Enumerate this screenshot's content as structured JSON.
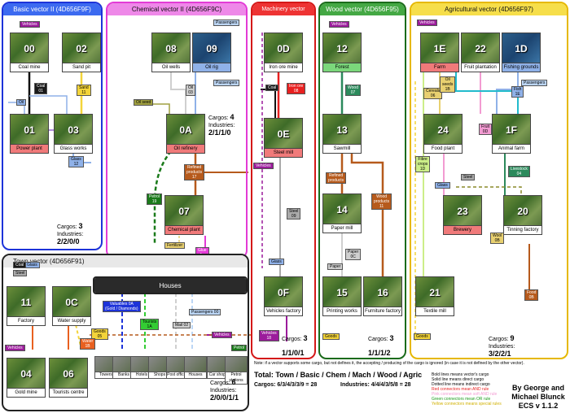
{
  "panels": {
    "basic": {
      "title": "Basic vector II (4D656F9F)",
      "color": "#1d33d9",
      "head_bg": "#3c6af0"
    },
    "chemical": {
      "title": "Chemical vector II (4D656F9C)",
      "color": "#e33bd6",
      "head_bg": "#ee88e8"
    },
    "machinery": {
      "title": "Machinery vector (4D656F94)",
      "color": "#d41818",
      "head_bg": "#ee3333"
    },
    "wood": {
      "title": "Wood vector (4D656F95)",
      "color": "#1b6b1b",
      "head_bg": "#44a844"
    },
    "agricultural": {
      "title": "Agricultural vector (4D656F97)",
      "color": "#e6b800",
      "head_bg": "#f6de4a"
    },
    "town": {
      "title": "Town vector (4D656F91)",
      "color": "#222222",
      "head_bg": "#e8e8e8"
    },
    "houses": {
      "title": "Houses",
      "color": "#222222",
      "head_bg": "#2a2a2a"
    }
  },
  "industries": {
    "coal_mine": {
      "id": "00",
      "name": "Coal mine",
      "color": "#ffffff"
    },
    "sand_pit": {
      "id": "02",
      "name": "Sand pit",
      "color": "#ffffff"
    },
    "power_plant": {
      "id": "01",
      "name": "Power plant",
      "color": "#f07a7a"
    },
    "glass_works": {
      "id": "03",
      "name": "Glass works",
      "color": "#ffffff"
    },
    "oil_wells": {
      "id": "08",
      "name": "Oil wells",
      "color": "#ffffff"
    },
    "oil_rig": {
      "id": "09",
      "name": "Oil rig",
      "color": "#8fb1e8"
    },
    "oil_refinery": {
      "id": "0A",
      "name": "Oil refinery",
      "color": "#f07a7a"
    },
    "chemical_plant": {
      "id": "07",
      "name": "Chemical plant",
      "color": "#f07a7a"
    },
    "iron_ore_mine": {
      "id": "0D",
      "name": "Iron ore mine",
      "color": "#ffffff"
    },
    "steel_mill": {
      "id": "0E",
      "name": "Steel mill",
      "color": "#f07a7a"
    },
    "vehicles_factory": {
      "id": "0F",
      "name": "Vehicles factory",
      "color": "#ffffff"
    },
    "forest": {
      "id": "12",
      "name": "Forest",
      "color": "#7bd77b"
    },
    "sawmill": {
      "id": "13",
      "name": "Sawmill",
      "color": "#ffffff"
    },
    "paper_mill": {
      "id": "14",
      "name": "Paper mill",
      "color": "#ffffff"
    },
    "printing_works": {
      "id": "15",
      "name": "Printing works",
      "color": "#ffffff"
    },
    "furniture_factory": {
      "id": "16",
      "name": "Furniture factory",
      "color": "#ffffff"
    },
    "farm": {
      "id": "1E",
      "name": "Farm",
      "color": "#f07a7a"
    },
    "fruit_plantation": {
      "id": "22",
      "name": "Fruit plantation",
      "color": "#ffffff"
    },
    "fishing_grounds": {
      "id": "1D",
      "name": "Fishing grounds",
      "color": "#8fb1e8"
    },
    "food_plant": {
      "id": "24",
      "name": "Food plant",
      "color": "#ffffff"
    },
    "animal_farm": {
      "id": "1F",
      "name": "Animal farm",
      "color": "#ffffff"
    },
    "brewery": {
      "id": "23",
      "name": "Brewery",
      "color": "#f07a7a"
    },
    "tinning_factory": {
      "id": "20",
      "name": "Tinning factory",
      "color": "#ffffff"
    },
    "textile_mill": {
      "id": "21",
      "name": "Textile mill",
      "color": "#ffffff"
    },
    "factory": {
      "id": "11",
      "name": "Factory",
      "color": "#ffffff"
    },
    "water_supply": {
      "id": "0C",
      "name": "Water supply",
      "color": "#ffffff"
    },
    "gold_mine": {
      "id": "04",
      "name": "Gold mine",
      "color": "#ffffff"
    },
    "tourists_centre": {
      "id": "06",
      "name": "Tourists centre",
      "color": "#ffffff"
    }
  },
  "houses": [
    "Towers",
    "Banks",
    "Hotels",
    "Shops",
    "Post offices",
    "Houses",
    "Car shops",
    "Petrol stations"
  ],
  "cargos": {
    "vehicles_a": {
      "label": "Vehicles",
      "bg": "#9b1b9b"
    },
    "coal": {
      "label": "Coal\n01",
      "bg": "#1a1a1a"
    },
    "sand": {
      "label": "Sand\n11",
      "bg": "#f3d43a"
    },
    "oil_basic": {
      "label": "Oil",
      "bg": "#8fb1e8"
    },
    "glass": {
      "label": "Glass\n12",
      "bg": "#8fb1e8"
    },
    "passengers_a": {
      "label": "Passengers",
      "bg": "#bcd6f5"
    },
    "passengers_b": {
      "label": "Passengers",
      "bg": "#bcd6f5"
    },
    "oil_03": {
      "label": "Oil\n03",
      "bg": "#cfcfcf"
    },
    "oil_seed": {
      "label": "Oil seed",
      "bg": "#a0a040"
    },
    "refined_products": {
      "label": "Refined\nproducts\n17",
      "bg": "#b65a1c"
    },
    "petrol": {
      "label": "Petrol\n19",
      "bg": "#1a7a1a"
    },
    "fertilizer": {
      "label": "Fertilizer",
      "bg": "#e8d070"
    },
    "glue": {
      "label": "Glue\n1a",
      "bg": "#e33bd6"
    },
    "iron_ore": {
      "label": "Iron ore\n08",
      "bg": "#e82020"
    },
    "coal_m": {
      "label": "Coal",
      "bg": "#1a1a1a"
    },
    "steel": {
      "label": "Steel\n09",
      "bg": "#aaaaaa"
    },
    "vehicles_b": {
      "label": "Vehicles",
      "bg": "#9b1b9b"
    },
    "vehicles_c": {
      "label": "Vehicles\n18",
      "bg": "#9b1b9b"
    },
    "wood": {
      "label": "Wood\n07",
      "bg": "#2c8a5c"
    },
    "refined_wood": {
      "label": "Refined\nproducts",
      "bg": "#b65a1c"
    },
    "wood_products": {
      "label": "Wood\nproducts\n11",
      "bg": "#b65a1c"
    },
    "paper": {
      "label": "Paper\n0C",
      "bg": "#cfcfcf"
    },
    "cereals": {
      "label": "Cereals\n06",
      "bg": "#e8d070"
    },
    "oil_seeds": {
      "label": "Oil\nseeds\n1B",
      "bg": "#e8d070"
    },
    "fish": {
      "label": "Fish\n1E",
      "bg": "#8fb1e8"
    },
    "fruit": {
      "label": "Fruit\n0D",
      "bg": "#f29bd2"
    },
    "fibre_crops": {
      "label": "Fibre\ncrops\n1D",
      "bg": "#ccee88"
    },
    "livestock": {
      "label": "Livestock\n04",
      "bg": "#2c8a5c"
    },
    "wool": {
      "label": "Wool\n0B",
      "bg": "#e8d070"
    },
    "food": {
      "label": "Food\n0B",
      "bg": "#b65a1c"
    },
    "goods_town": {
      "label": "Goods\n05",
      "bg": "#f3d43a"
    },
    "goods_m": {
      "label": "Goods",
      "bg": "#f3d43a"
    },
    "goods_w": {
      "label": "Goods",
      "bg": "#f3d43a"
    },
    "goods_a": {
      "label": "Goods",
      "bg": "#f3d43a"
    },
    "water": {
      "label": "Water\n1B",
      "bg": "#e86020"
    },
    "valuables": {
      "label": "Valuables 0A\n(Gold / Diamonds)",
      "bg": "#1d33d9"
    },
    "tourists": {
      "label": "Tourists\n1A",
      "bg": "#33cc33"
    },
    "mail": {
      "label": "Mail 02",
      "bg": "#cfcfcf"
    },
    "passengers_town": {
      "label": "Passengers 00",
      "bg": "#bcd6f5"
    },
    "vehicles_town": {
      "label": "Vehicles",
      "bg": "#9b1b9b"
    },
    "petrol_town": {
      "label": "Petrol",
      "bg": "#1a7a1a"
    },
    "vehicles_gold": {
      "label": "Vehicles",
      "bg": "#9b1b9b"
    },
    "steel_town": {
      "label": "Steel",
      "bg": "#aaaaaa"
    },
    "glass_town": {
      "label": "Glass",
      "bg": "#8fb1e8"
    },
    "coal_town": {
      "label": "Coal",
      "bg": "#1a1a1a"
    },
    "glass_m": {
      "label": "Glass",
      "bg": "#8fb1e8"
    },
    "paper_w": {
      "label": "Paper",
      "bg": "#cfcfcf"
    },
    "steel_a": {
      "label": "Steel",
      "bg": "#aaaaaa"
    },
    "glass_a": {
      "label": "Glass",
      "bg": "#8fb1e8"
    },
    "passengers_c": {
      "label": "Passengers",
      "bg": "#bcd6f5"
    }
  },
  "stats": {
    "basic": {
      "cargos_label": "Cargos:",
      "cargos": "3",
      "industries_label": "Industries:",
      "industries": "2/2/0/0"
    },
    "chemical": {
      "cargos_label": "Cargos:",
      "cargos": "4",
      "industries_label": "Industries:",
      "industries": "2/1/1/0"
    },
    "machinery": {
      "cargos_label": "Cargos:",
      "cargos": "3",
      "industries_label": "Industries:",
      "industries": "1/1/0/1"
    },
    "wood": {
      "cargos_label": "Cargos:",
      "cargos": "3",
      "industries_label": "Industries:",
      "industries": "1/1/1/2"
    },
    "agricultural": {
      "cargos_label": "Cargos:",
      "cargos": "9",
      "industries_label": "Industries:",
      "industries": "3/2/2/1"
    },
    "town": {
      "cargos_label": "Cargos:",
      "cargos": "6",
      "industries_label": "Industries:",
      "industries": "2/0/0/1/1"
    }
  },
  "note": "Note: if a vector supports some cargo, but not defines it, the accepting / producing of the cargo is ignored (in case it is not defined by the other vector).",
  "total": {
    "title": "Total:  Town / Basic / Chem / Mach / Wood / Agric",
    "cargos": "Cargos: 6/3/4/3/3/9 = 28",
    "industries": "Industries: 4/4/4/3/5/8 = 28"
  },
  "legend": [
    {
      "text": "Bold lines means vector's cargo",
      "color": "#000000"
    },
    {
      "text": "Solid line means direct cargo",
      "color": "#000000"
    },
    {
      "text": "Dotted line means indirect cargo",
      "color": "#000000"
    },
    {
      "text": "Red connectors mean AND rule",
      "color": "#e82020"
    },
    {
      "text": "Pink connectors mean soft AND rule",
      "color": "#f29bd2"
    },
    {
      "text": "Green connectors mean OR rule",
      "color": "#1a9a1a"
    },
    {
      "text": "Yellow connectors means special rules",
      "color": "#d0b000"
    }
  ],
  "author": {
    "line1": "By George and",
    "line2": "Michael Blunck",
    "line3": "ECS v 1.1.2"
  }
}
